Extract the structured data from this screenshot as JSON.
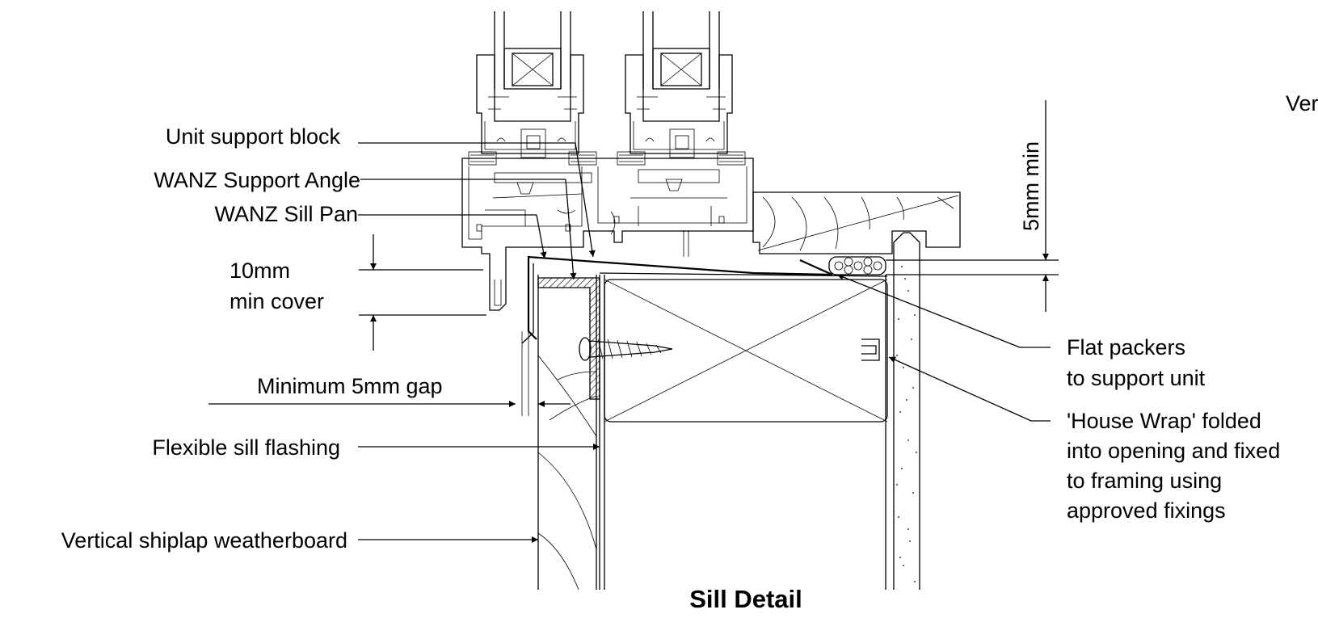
{
  "title": "Sill Detail",
  "labels": {
    "unit_support_block": "Unit support block",
    "wanz_support_angle": "WANZ Support Angle",
    "wanz_sill_pan": "WANZ Sill Pan",
    "min_cover_line1": "10mm",
    "min_cover_line2": "min cover",
    "min_gap": "Minimum 5mm gap",
    "flexible_sill_flashing": "Flexible sill flashing",
    "vertical_shiplap": "Vertical shiplap weatherboard",
    "flat_packers_line1": "Flat packers",
    "flat_packers_line2": "to support unit",
    "house_wrap_line1": "'House Wrap' folded",
    "house_wrap_line2": "into opening and fixed",
    "house_wrap_line3": "to framing using",
    "house_wrap_line4": "approved fixings",
    "five_mm_min": "5mm min",
    "cropped_right": "Vertic"
  },
  "colors": {
    "line": "#000000",
    "background": "#ffffff"
  }
}
